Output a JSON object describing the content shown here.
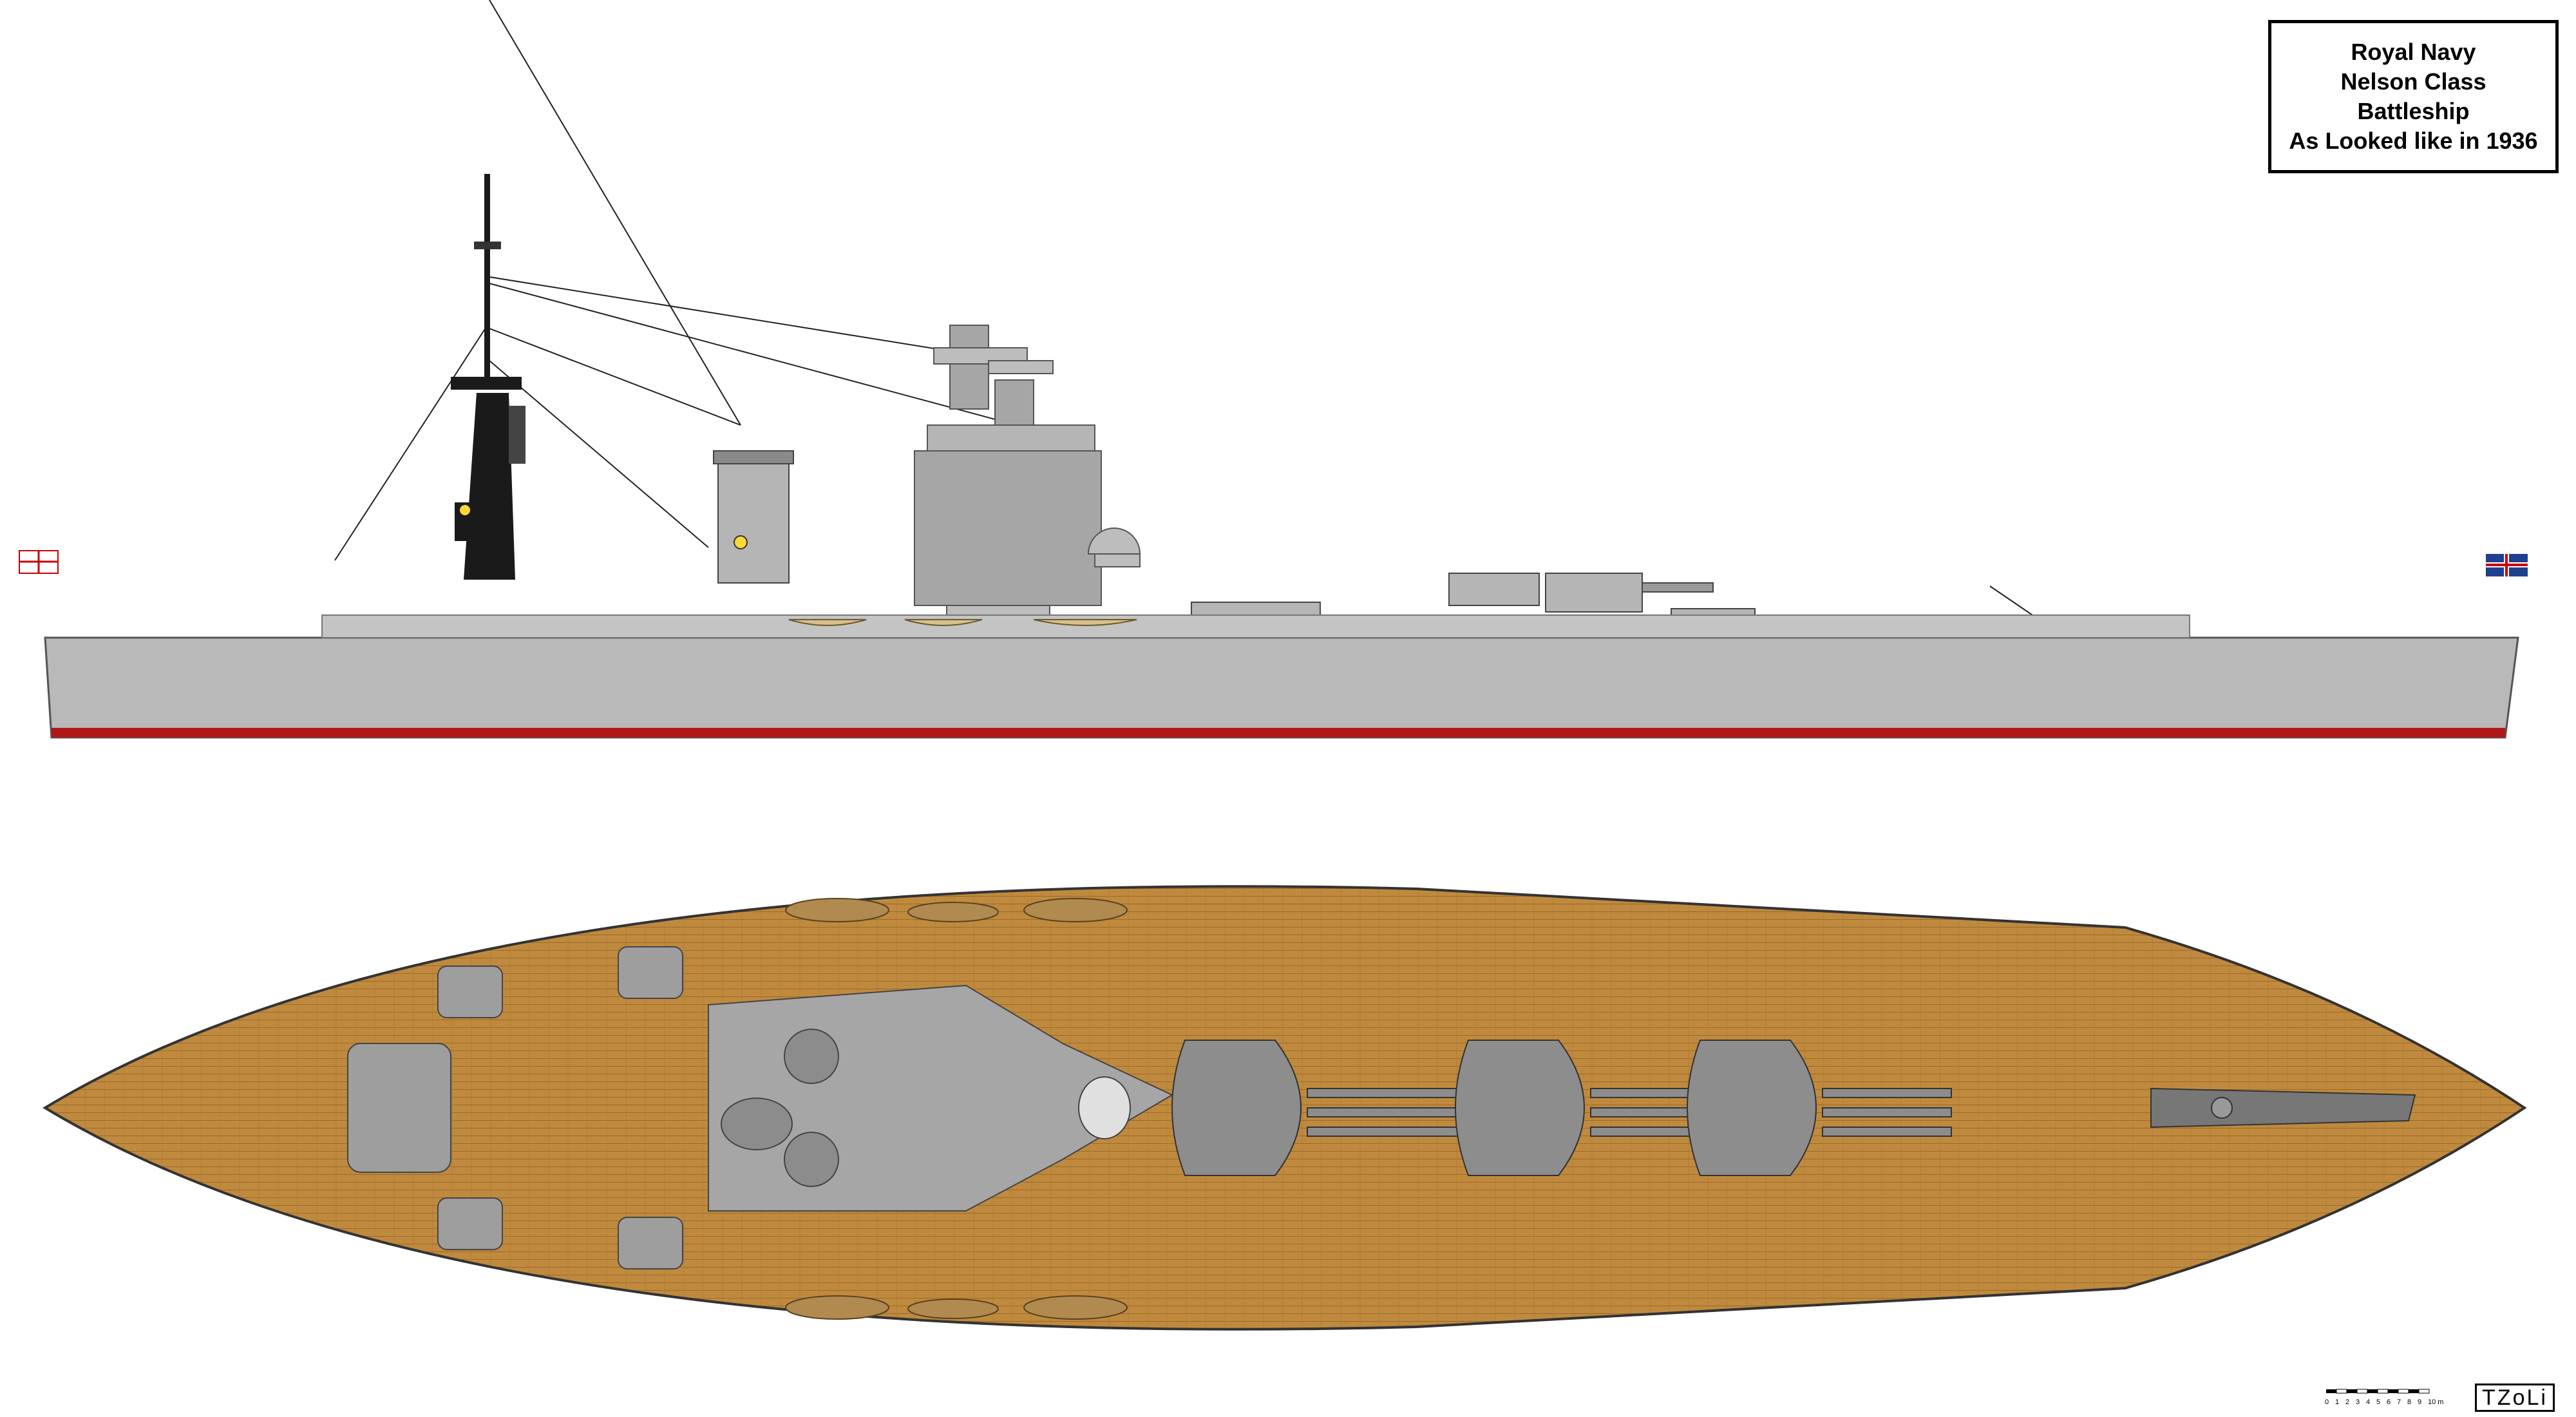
{
  "title": {
    "line1": "Royal Navy",
    "line2": "Nelson Class",
    "line3": "Battleship",
    "line4": "As Looked like in 1936"
  },
  "signature": "TZoLi",
  "scale_bar": {
    "labels": [
      "0",
      "1",
      "2",
      "3",
      "4",
      "5",
      "6",
      "7",
      "8",
      "9",
      "10 m"
    ]
  },
  "colors": {
    "hull_grey": "#b9b9b9",
    "boot_topping": "#b01818",
    "deck_wood": "#c08a3e",
    "superstructure_grey": "#a6a6a6",
    "mast_black": "#1a1a1a"
  }
}
